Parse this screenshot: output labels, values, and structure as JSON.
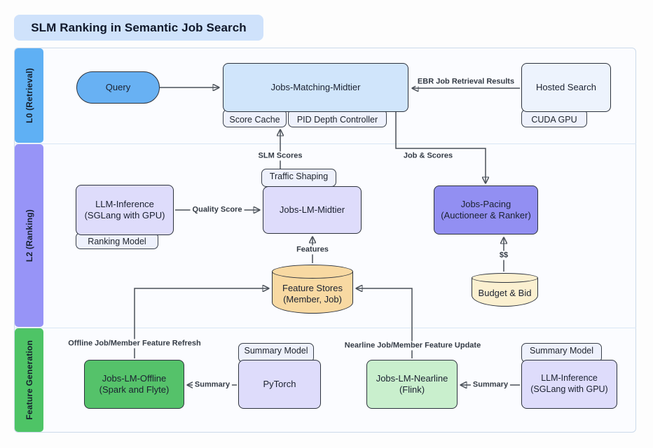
{
  "title": "SLM Ranking in Semantic Job Search",
  "lanes": {
    "l0": "L0 (Retrieval)",
    "l2": "L2 (Ranking)",
    "fg": "Feature Generation"
  },
  "nodes": {
    "query": "Query",
    "jobs_matching_midtier": "Jobs-Matching-Midtier",
    "hosted_search": "Hosted Search",
    "llm_inference_ranking": {
      "line1": "LLM-Inference",
      "line2": "(SGLang with GPU)"
    },
    "jobs_lm_midtier": "Jobs-LM-Midtier",
    "jobs_pacing": {
      "line1": "Jobs-Pacing",
      "line2": "(Auctioneer & Ranker)"
    },
    "feature_stores": {
      "line1": "Feature Stores",
      "line2": "(Member, Job)"
    },
    "budget_bid": "Budget & Bid",
    "jobs_lm_offline": {
      "line1": "Jobs-LM-Offline",
      "line2": "(Spark and Flyte)"
    },
    "pytorch": "PyTorch",
    "jobs_lm_nearline": {
      "line1": "Jobs-LM-Nearline",
      "line2": "(Flink)"
    },
    "llm_inference_feature": {
      "line1": "LLM-Inference",
      "line2": "(SGLang with GPU)"
    }
  },
  "badges": {
    "score_cache": "Score Cache",
    "pid_depth_controller": "PID Depth Controller",
    "cuda_gpu": "CUDA GPU",
    "traffic_shaping": "Traffic Shaping",
    "ranking_model": "Ranking Model",
    "summary_model_offline": "Summary Model",
    "summary_model_nearline": "Summary Model"
  },
  "edge_labels": {
    "ebr": "EBR Job Retrieval Results",
    "slm_scores": "SLM Scores",
    "job_scores": "Job & Scores",
    "quality_score": "Quality Score",
    "features": "Features",
    "dollars": "$$",
    "offline_refresh": "Offline Job/Member Feature Refresh",
    "nearline_update": "Nearline Job/Member Feature Update",
    "summary_offline": "Summary",
    "summary_nearline": "Summary"
  },
  "colors": {
    "title_bg": "#cfe2fb",
    "lane_l0": "#5fb0f4",
    "lane_l2": "#9794f7",
    "lane_fg": "#4ec466",
    "query_blue": "#68b1f3",
    "matching_light_blue": "#d0e5fb",
    "hosted_pale_blue": "#edf3fd",
    "lavender": "#dedcfb",
    "pacing_purple": "#928ff2",
    "offline_green": "#55c26a",
    "nearline_pale_green": "#c9efcd",
    "feature_store_orange": "#f8d9a2",
    "budget_cream": "#fbf0d0",
    "badge_bg": "#eef1fc",
    "wire": "#4a5058"
  }
}
